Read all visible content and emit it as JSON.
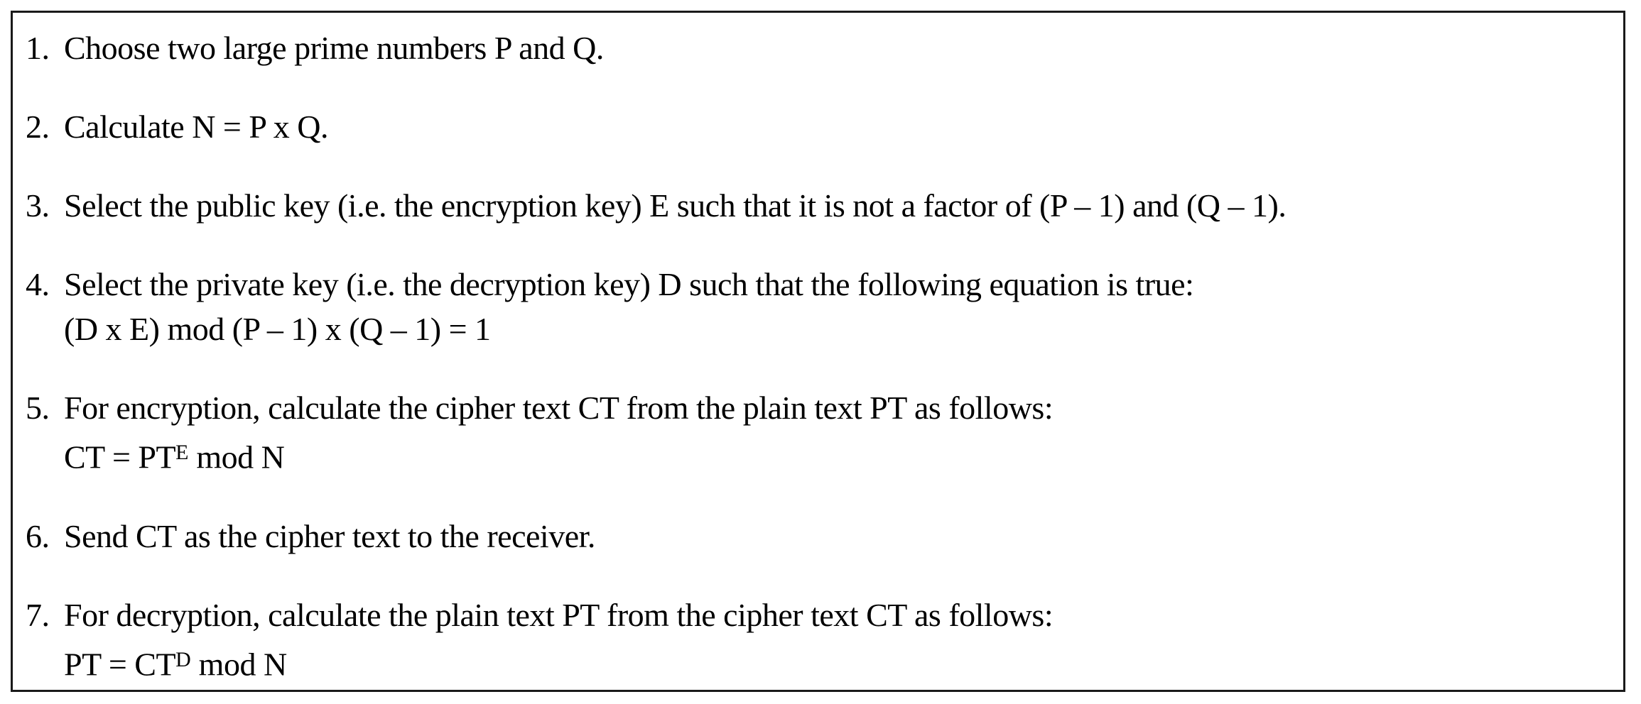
{
  "figure": {
    "background_color": "#ffffff",
    "border_color": "#1a1a1a",
    "text_color": "#000000"
  },
  "steps": [
    {
      "number": "1.",
      "text": "Choose two large prime numbers P and Q."
    },
    {
      "number": "2.",
      "text": "Calculate N = P x Q."
    },
    {
      "number": "3.",
      "text": "Select the public key (i.e. the encryption key) E such that it is not a factor of (P – 1) and (Q – 1)."
    },
    {
      "number": "4.",
      "text": "Select the private key (i.e. the decryption key) D such that the following equation is true:",
      "equation": {
        "pre": "(D x E) mod (P – 1) x (Q – 1) = 1"
      }
    },
    {
      "number": "5.",
      "text": "For encryption, calculate the cipher text CT from the plain text PT as follows:",
      "equation": {
        "pre": "CT = PT",
        "sup": "E",
        "post": " mod N"
      }
    },
    {
      "number": "6.",
      "text": "Send CT as the cipher text to the receiver."
    },
    {
      "number": "7.",
      "text": "For decryption, calculate the plain text PT from the cipher text CT as follows:",
      "equation": {
        "pre": "PT = CT",
        "sup": "D",
        "post": " mod N"
      }
    }
  ]
}
